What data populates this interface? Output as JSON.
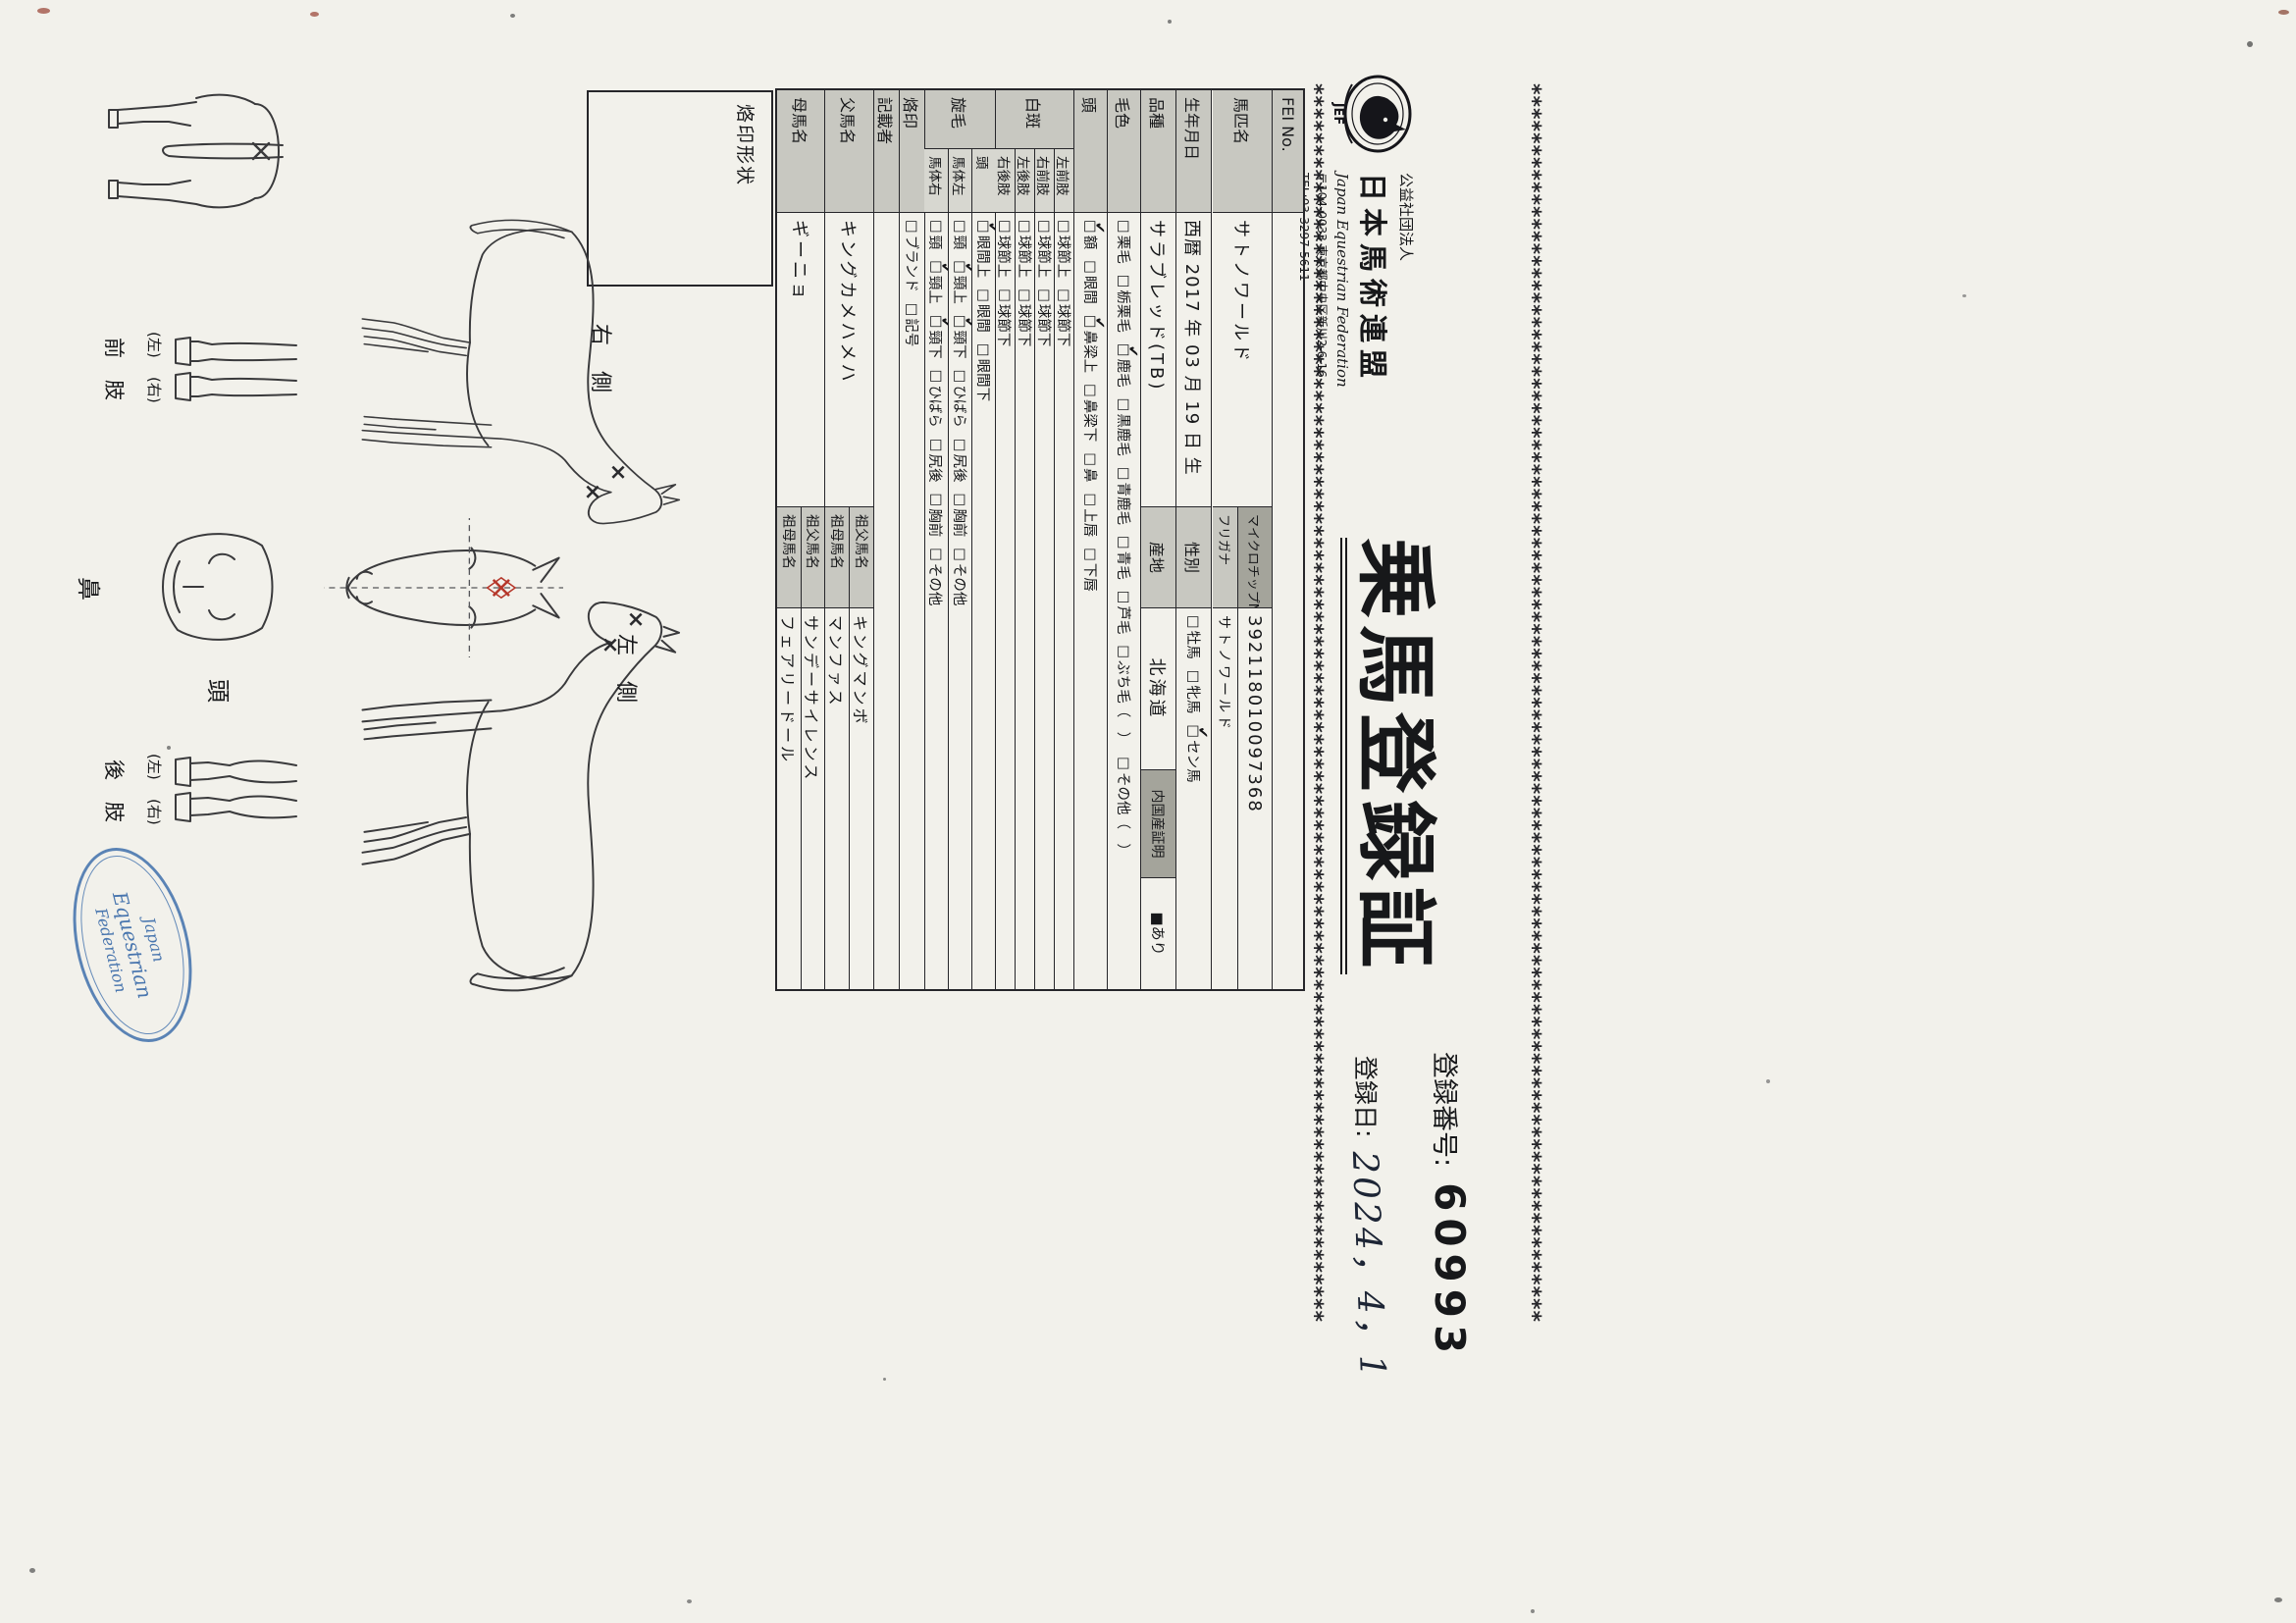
{
  "header": {
    "org_small": "公益社団法人",
    "org_name": "日本馬術連盟",
    "org_en": "Japan Equestrian Federation",
    "org_postal": "〒104-0033 東京都中央区新川2-6-16",
    "org_tel": "TEL:03-3297-5611",
    "logo_label": "JEF",
    "title": "乗馬登録証",
    "reg_no_label": "登録番号:",
    "reg_no_value": "60993",
    "reg_date_label": "登録日:",
    "reg_date_value": "2024，4，1"
  },
  "table": {
    "fei_label": "FEI No.",
    "fei_value": "",
    "name_label": "馬匹名",
    "name_value": "サトノワールド",
    "microchip_label": "マイクロチップNo.",
    "microchip_value": "392118010097368",
    "furigana_label": "フリガナ",
    "furigana_value": "サトノワールド",
    "birth_label": "生年月日",
    "birth_value": "西暦 2017 年 03 月 19 日 生",
    "sex_label": "性別",
    "sex_options": [
      {
        "label": "牡馬",
        "checked": false
      },
      {
        "label": "牝馬",
        "checked": false
      },
      {
        "label": "セン馬",
        "checked": true
      }
    ],
    "breed_label": "品種",
    "breed_value": "サラブレッド(TB)",
    "origin_label": "産地",
    "origin_value": "北海道",
    "domestic_label": "内国産証明",
    "domestic_value": "■あり",
    "coat_label": "毛色",
    "coat_options": [
      {
        "label": "栗毛",
        "checked": false
      },
      {
        "label": "栃栗毛",
        "checked": false
      },
      {
        "label": "鹿毛",
        "checked": true
      },
      {
        "label": "黒鹿毛",
        "checked": false
      },
      {
        "label": "青鹿毛",
        "checked": false
      },
      {
        "label": "青毛",
        "checked": false
      },
      {
        "label": "芦毛",
        "checked": false
      },
      {
        "label": "ぶち毛（　）",
        "checked": false
      },
      {
        "label": "その他（　）",
        "checked": false
      }
    ],
    "head_label": "頭",
    "head_options": [
      {
        "label": "額",
        "checked": true
      },
      {
        "label": "眼間",
        "checked": false
      },
      {
        "label": "鼻梁上",
        "checked": true
      },
      {
        "label": "鼻梁下",
        "checked": false
      },
      {
        "label": "鼻",
        "checked": false
      },
      {
        "label": "上唇",
        "checked": false
      },
      {
        "label": "下唇",
        "checked": false
      }
    ],
    "hakuhan_label": "白斑",
    "hakuhan_rows": [
      {
        "label": "左前肢",
        "options": [
          {
            "label": "球節上",
            "checked": false
          },
          {
            "label": "球節下",
            "checked": false
          }
        ]
      },
      {
        "label": "右前肢",
        "options": [
          {
            "label": "球節上",
            "checked": false
          },
          {
            "label": "球節下",
            "checked": false
          }
        ]
      },
      {
        "label": "左後肢",
        "options": [
          {
            "label": "球節上",
            "checked": false
          },
          {
            "label": "球節下",
            "checked": false
          }
        ]
      },
      {
        "label": "右後肢",
        "options": [
          {
            "label": "球節上",
            "checked": false
          },
          {
            "label": "球節下",
            "checked": false
          }
        ]
      }
    ],
    "senmou_label": "旋毛",
    "senmou_rows": [
      {
        "label": "頭",
        "options": [
          {
            "label": "眼間上",
            "checked": true
          },
          {
            "label": "眼間",
            "checked": false
          },
          {
            "label": "眼間下",
            "checked": false
          }
        ]
      },
      {
        "label": "馬体左",
        "options": [
          {
            "label": "頸",
            "checked": false
          },
          {
            "label": "頸上",
            "checked": true
          },
          {
            "label": "頸下",
            "checked": true
          },
          {
            "label": "ひばら",
            "checked": false
          },
          {
            "label": "尻後",
            "checked": false
          },
          {
            "label": "胸前",
            "checked": false
          },
          {
            "label": "その他",
            "checked": false
          }
        ]
      },
      {
        "label": "馬体右",
        "options": [
          {
            "label": "頸",
            "checked": false
          },
          {
            "label": "頸上",
            "checked": true
          },
          {
            "label": "頸下",
            "checked": true
          },
          {
            "label": "ひばら",
            "checked": false
          },
          {
            "label": "尻後",
            "checked": false
          },
          {
            "label": "胸前",
            "checked": false
          },
          {
            "label": "その他",
            "checked": false
          }
        ]
      }
    ],
    "brand_label": "烙印",
    "brand_options": [
      {
        "label": "ブランド",
        "checked": false
      },
      {
        "label": "記号",
        "checked": false
      }
    ],
    "recorder_label": "記載者",
    "recorder_value": "",
    "sire_label": "父馬名",
    "sire_value": "キングカメハメハ",
    "sire_gf_label": "祖父馬名",
    "sire_gf_value": "キングマンボ",
    "sire_gm_label": "祖母馬名",
    "sire_gm_value": "マンファス",
    "dam_label": "母馬名",
    "dam_value": "ギーニョ",
    "dam_gf_label": "祖父馬名",
    "dam_gf_value": "サンデーサイレンス",
    "dam_gm_label": "祖母馬名",
    "dam_gm_value": "フェアリードール"
  },
  "diagrams": {
    "brand_shape_label": "烙印形状",
    "right_side_label": "右側",
    "left_side_label": "左側",
    "head_label": "頭",
    "nose_label": "鼻",
    "front_legs_label": "前肢",
    "hind_legs_label": "後肢",
    "paren_left": "(左)",
    "paren_right": "(右)"
  },
  "stamp": {
    "line1": "Japan",
    "line2": "Equestrian",
    "line3": "Federation"
  },
  "decoration": {
    "border_char": "*"
  },
  "colors": {
    "accent_red": "#b5372a",
    "stamp_blue": "#4070ac",
    "label_gray": "#c8c8c1",
    "dark_gray": "#a4a49b",
    "paper": "#f2f1eb"
  }
}
